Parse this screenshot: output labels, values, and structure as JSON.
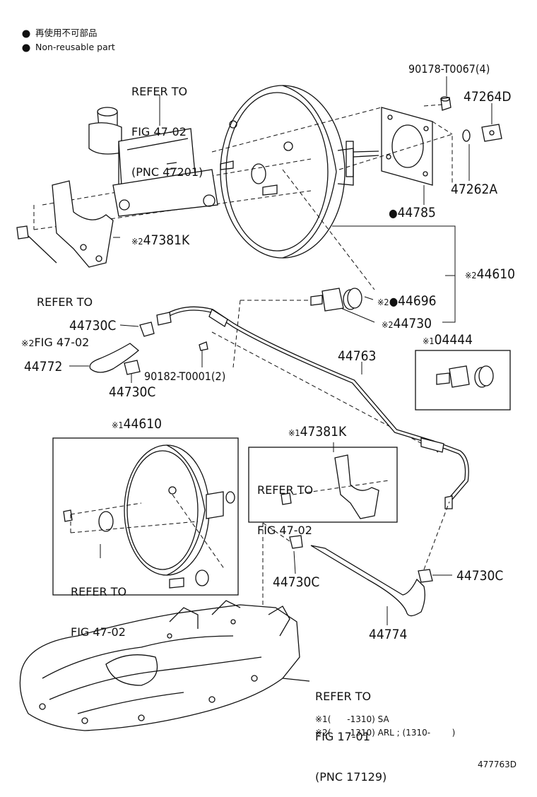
{
  "legend": {
    "jp": "再使用不可部品",
    "en": "Non-reusable part"
  },
  "refs": {
    "r1": [
      "REFER TO",
      "FIG 47-02",
      "(PNC 47201)"
    ],
    "r2": [
      "REFER TO",
      "FIG 47-02"
    ],
    "r3": [
      "REFER TO",
      "FIG 47-02"
    ],
    "r4": [
      "REFER TO",
      "FIG 47-02"
    ],
    "r5": [
      "REFER TO",
      "FIG 17-01",
      "(PNC 17129)"
    ]
  },
  "parts": {
    "p90178": "90178-T0067(4)",
    "p47264D": "47264D",
    "p47262A": "47262A",
    "p44785": "44785",
    "p47381K_a": "47381K",
    "p44610_a": "44610",
    "p44696": "44696",
    "p44730": "44730",
    "p44730C_a": "44730C",
    "p44772": "44772",
    "p44730C_b": "44730C",
    "p90182": "90182-T0001(2)",
    "p44763": "44763",
    "p04444": "04444",
    "p44610_b": "44610",
    "p47381K_b": "47381K",
    "p44730C_c": "44730C",
    "p44730C_d": "44730C",
    "p44774": "44774"
  },
  "marks": {
    "note2": "※2",
    "note1": "※1",
    "dot": "●"
  },
  "footnotes": {
    "f1": "※1(      -1310) SA",
    "f2": "※2(      -1310) ARL ; (1310-        )"
  },
  "figure_id": "477763D"
}
